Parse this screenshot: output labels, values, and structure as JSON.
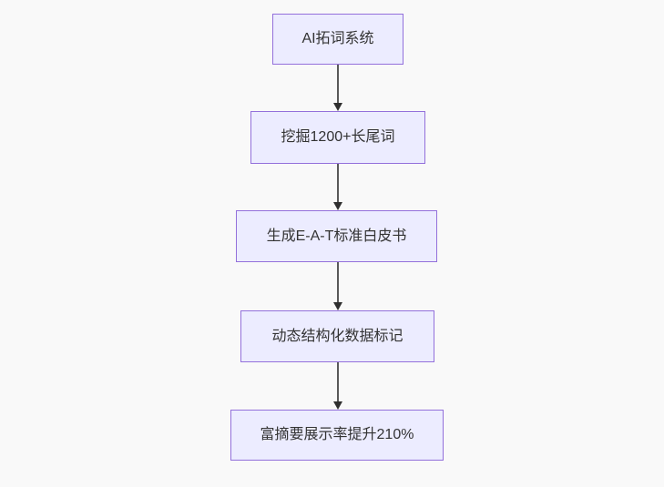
{
  "diagram": {
    "type": "flowchart",
    "direction": "top-down",
    "nodes": [
      {
        "id": "n1",
        "label": "AI拓词系统"
      },
      {
        "id": "n2",
        "label": "挖掘1200+长尾词"
      },
      {
        "id": "n3",
        "label": "生成E-A-T标准白皮书"
      },
      {
        "id": "n4",
        "label": "动态结构化数据标记"
      },
      {
        "id": "n5",
        "label": "富摘要展示率提升210%"
      }
    ],
    "edges": [
      {
        "from": "n1",
        "to": "n2",
        "style": "arrow-down"
      },
      {
        "from": "n2",
        "to": "n3",
        "style": "arrow-down"
      },
      {
        "from": "n3",
        "to": "n4",
        "style": "arrow-down"
      },
      {
        "from": "n4",
        "to": "n5",
        "style": "arrow-down"
      }
    ],
    "colors": {
      "node_fill": "#ECECFF",
      "node_border": "#9370DB",
      "node_text": "#333333",
      "edge_line": "#595959",
      "edge_head": "#2f2f2f",
      "background": "#f9f9f9"
    }
  }
}
